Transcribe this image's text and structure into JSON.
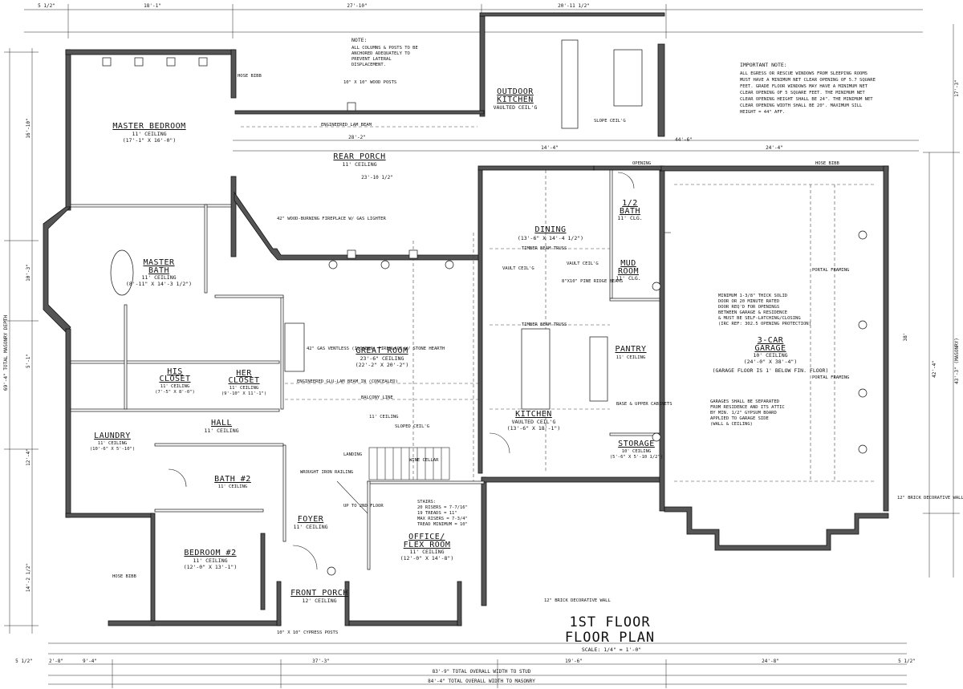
{
  "drawing": {
    "title_line1": "1ST FLOOR",
    "title_line2": "FLOOR PLAN",
    "scale": "SCALE: 1/4\" = 1'-0\""
  },
  "notes": {
    "note_title": "NOTE:",
    "note_lines": [
      "ALL COLUMNS & POSTS TO BE",
      "ANCHORED ADEQUATELY TO",
      "PREVENT LATERAL",
      "DISPLACEMENT."
    ],
    "important_title": "IMPORTANT NOTE:",
    "important_lines": [
      "ALL EGRESS OR RESCUE WINDOWS FROM SLEEPING ROOMS",
      "MUST HAVE A MINIMUM NET CLEAR OPENING OF 5.7 SQUARE",
      "FEET. GRADE FLOOR WINDOWS MAY HAVE A MINIMUM NET",
      "CLEAR OPENING OF 5 SQUARE FEET. THE MINIMUM NET",
      "CLEAR OPENING HEIGHT SHALL BE 24\". THE MINIMUM NET",
      "CLEAR OPENING WIDTH SHALL BE 20\". MAXIMUM SILL",
      "HEIGHT = 44\" AFF."
    ]
  },
  "rooms": {
    "master_bedroom": {
      "name": "MASTER BEDROOM",
      "l1": "11' CEILING",
      "l2": "(17'-1\" X 16'-0\")"
    },
    "rear_porch": {
      "name": "REAR PORCH",
      "l1": "11' CEILING"
    },
    "outdoor_kitchen": {
      "name1": "OUTDOOR",
      "name2": "KITCHEN",
      "l1": "VAULTED CEIL'G"
    },
    "dining": {
      "name": "DINING",
      "l1": "(13'-6\" X 14'-4 1/2\")"
    },
    "half_bath": {
      "name1": "1/2",
      "name2": "BATH",
      "l1": "11' CLG."
    },
    "mud_room": {
      "name1": "MUD",
      "name2": "ROOM",
      "l1": "11' CLG."
    },
    "master_bath": {
      "name1": "MASTER",
      "name2": "BATH",
      "l1": "11' CEILING",
      "l2": "(8'-11\" X 14'-3 1/2\")"
    },
    "great_room": {
      "name": "GREAT ROOM",
      "l1": "23'-6\" CEILING",
      "l2": "(22'-2\" X 20'-2\")"
    },
    "garage": {
      "name1": "3-CAR",
      "name2": "GARAGE",
      "l1": "10' CEILING",
      "l2": "(24'-0\" X 38'-4\")",
      "l3": "(GARAGE FLOOR IS 1' BELOW FIN. FLOOR)"
    },
    "his_closet": {
      "name1": "HIS",
      "name2": "CLOSET",
      "l1": "11' CEILING",
      "l2": "(7'-5\" X 8'-0\")"
    },
    "her_closet": {
      "name1": "HER",
      "name2": "CLOSET",
      "l1": "11' CEILING",
      "l2": "(9'-10\" X 11'-1\")"
    },
    "pantry": {
      "name": "PANTRY",
      "l1": "11' CEILING"
    },
    "hall": {
      "name": "HALL",
      "l1": "11' CEILING"
    },
    "laundry": {
      "name": "LAUNDRY",
      "l1": "11' CEILING",
      "l2": "(10'-6\" X 5'-10\")"
    },
    "kitchen": {
      "name": "KITCHEN",
      "l1": "VAULTED CEIL'G",
      "l2": "(13'-6\" X 18'-1\")"
    },
    "storage": {
      "name": "STORAGE",
      "l1": "10' CEILING",
      "l2": "(5'-6\" X 5'-10 1/2\")"
    },
    "bath2": {
      "name": "BATH #2",
      "l1": "11' CEILING"
    },
    "foyer": {
      "name": "FOYER",
      "l1": "11' CEILING"
    },
    "office": {
      "name1": "OFFICE/",
      "name2": "FLEX ROOM",
      "l1": "11' CEILING",
      "l2": "(12'-0\" X 14'-8\")"
    },
    "bedroom2": {
      "name": "BEDROOM #2",
      "l1": "11' CEILING",
      "l2": "(12'-0\" X 13'-1\")"
    },
    "front_porch": {
      "name": "FRONT PORCH",
      "l1": "12' CEILING"
    }
  },
  "labels": {
    "hose_bibb": "HOSE BIBB",
    "portal_framing": "PORTAL FRAMING",
    "eng_lam_beam": "ENGINEERED LAM BEAM",
    "balcony_line": "BALCONY LINE",
    "glulam": "ENGINEERED GLU-LAM BEAM IN (CONCEALED)",
    "fireplace_wood": "42\" WOOD-BURNING FIREPLACE W/ GAS LIGHTER",
    "fireplace_gas": "42\" GAS VENTLESS (ISOKERN) FIREPLACE W/ STONE HEARTH",
    "posts": "10\" X 10\" WOOD POSTS",
    "timber_truss": "TIMBER BEAM TRUSS",
    "pine_ridge": "8\"X10\" PINE RIDGE BEAMS",
    "stairs": [
      "STAIRS:",
      "20 RISERS = 7-7/16\"",
      "19 TREADS = 11\"",
      "MAX RISERS = 7-3/4\"",
      "TREAD MINIMUM = 10\""
    ],
    "fire_door": [
      "MINIMUM 1-3/8\" THICK SOLID",
      "DOOR OR 20 MINUTE RATED",
      "DOOR REQ'D FOR OPENINGS",
      "BETWEEN GARAGE & RESIDENCE",
      "& MUST BE SELF-LATCHING/CLOSING",
      "(IRC REF: 302.5 OPENING PROTECTION)"
    ],
    "garage_sep": [
      "GARAGES SHALL BE SEPARATED",
      "FROM RESIDENCE AND ITS ATTIC",
      "BY MIN. 1/2\" GYPSUM BOARD",
      "APPLIED TO GARAGE SIDE",
      "(WALL & CEILING)"
    ],
    "brick_wall": "12\" BRICK DECORATIVE WALL",
    "wine_cellar": "WINE CELLAR",
    "landing": "LANDING",
    "up_2nd": "UP TO 2ND FLOOR",
    "wrought_iron": "WROUGHT IRON RAILING",
    "cypress": "10\" X 10\" CYPRESS POSTS",
    "vault": "VAULT CEIL'G",
    "slope": "SLOPE CEIL'G",
    "sloped": "SLOPED CEIL'G",
    "base_upper": "BASE & UPPER CABINETS",
    "opening": "OPENING",
    "eleven_ceiling": "11' CEILING"
  },
  "dimensions": {
    "top": [
      "5 1/2\"",
      "18'-1\"",
      "27'-10\"",
      "20'-11 1/2\""
    ],
    "bottom_total_stud": "83'-9\" TOTAL OVERALL WIDTH TO STUD",
    "bottom_total_masonry": "84'-4\" TOTAL OVERALL WIDTH TO MASONRY",
    "bottom_parts": [
      "5 1/2\"",
      "2'-8\"",
      "9'-4\"",
      "37'-3\"",
      "19'-6\"",
      "24'-8\"",
      "5 1/2\""
    ],
    "left_total": "69'-4\" TOTAL MASONRY DEPTH",
    "left_parts": [
      "16'-10\"",
      "10'-3\"",
      "5'-1\"",
      "12'-4\"",
      "14'-2 1/2\""
    ],
    "right_total": "43'-3\" (MASONRY)",
    "right_parts": [
      "17'-3\"",
      "42'-4\"",
      "38'"
    ],
    "mid_row": [
      "28'-2\"",
      "23'-10 1/2\"",
      "14'-4\"",
      "24'-4\"",
      "44'-6\""
    ]
  }
}
